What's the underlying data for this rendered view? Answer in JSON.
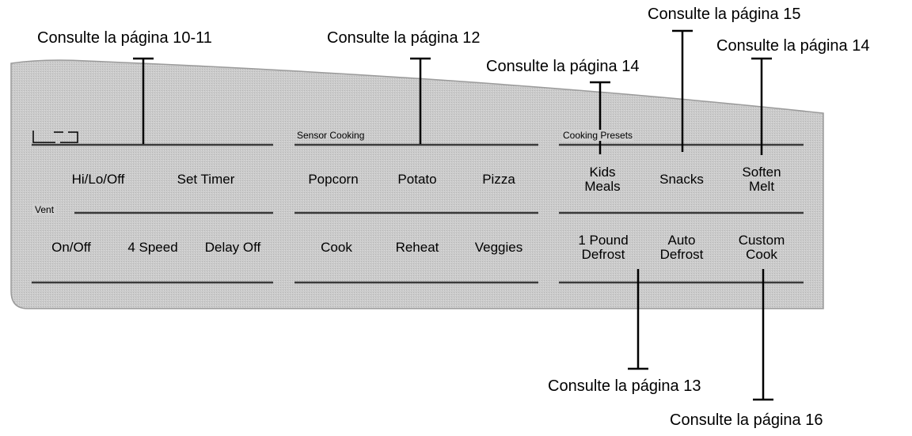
{
  "panel": {
    "colors": {
      "panel_fill": "#c9c9c9",
      "panel_edge": "#9a9a9a",
      "rule": "#3a3a3a",
      "leader": "#000000"
    },
    "display_icon": "display-window-icon",
    "sections": {
      "sensor_cooking": "Sensor Cooking",
      "cooking_presets": "Cooking Presets",
      "vent": "Vent"
    },
    "keys": {
      "hi_lo_off": "Hi/Lo/Off",
      "set_timer": "Set Timer",
      "popcorn": "Popcorn",
      "potato": "Potato",
      "pizza": "Pizza",
      "kids_meals": [
        "Kids",
        "Meals"
      ],
      "snacks": "Snacks",
      "soften_melt": [
        "Soften",
        "Melt"
      ],
      "on_off": "On/Off",
      "four_speed": "4 Speed",
      "delay_off": "Delay Off",
      "cook": "Cook",
      "reheat": "Reheat",
      "veggies": "Veggies",
      "one_pound_defrost": [
        "1 Pound",
        "Defrost"
      ],
      "auto_defrost": [
        "Auto",
        "Defrost"
      ],
      "custom_cook": [
        "Custom",
        "Cook"
      ]
    }
  },
  "callouts": {
    "page_10_11": "Consulte la página 10-11",
    "page_12": "Consulte la página 12",
    "page_14_kids": "Consulte la página 14",
    "page_15": "Consulte la página 15",
    "page_14_soften": "Consulte la página 14",
    "page_13": "Consulte la página 13",
    "page_16": "Consulte la página 16"
  }
}
